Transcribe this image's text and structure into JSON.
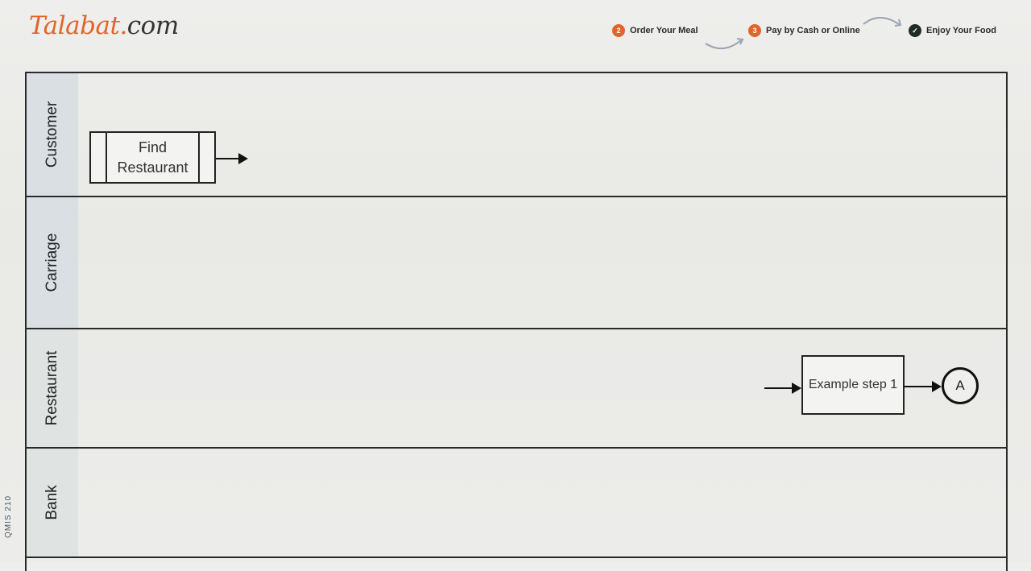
{
  "header": {
    "logo_text": "Talabat",
    "logo_dot": ".",
    "logo_suffix": "com",
    "steps": [
      {
        "badge": "2",
        "label": "Order Your Meal"
      },
      {
        "badge": "3",
        "label": "Pay by Cash or Online"
      },
      {
        "badge": "✓",
        "label": "Enjoy Your Food"
      }
    ]
  },
  "lanes": [
    {
      "label": "Customer"
    },
    {
      "label": "Carriage"
    },
    {
      "label": "Restaurant"
    },
    {
      "label": "Bank"
    }
  ],
  "nodes": {
    "find_restaurant_line1": "Find",
    "find_restaurant_line2": "Restaurant",
    "example_step": "Example step 1",
    "connector": "A"
  },
  "side_note": "QMIS 210",
  "colors": {
    "brand": "#e2642b",
    "line": "#2a2a2a",
    "lane_header": "#d9dfe2"
  }
}
